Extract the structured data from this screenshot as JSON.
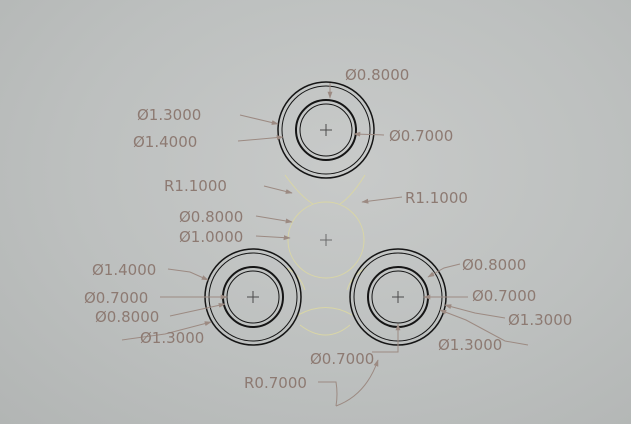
{
  "drawing": {
    "colors": {
      "background": "#bdc0bf",
      "ring_stroke": "#151515",
      "dimension_text": "#8d7a72",
      "leader_line": "#9c8a82",
      "body_outline": "#d9d6a6"
    },
    "dimensions": {
      "top_outer_dia": "Ø0.8000",
      "top_d13": "Ø1.3000",
      "top_d14": "Ø1.4000",
      "top_d07": "Ø0.7000",
      "fillet_left": "R1.1000",
      "fillet_right": "R1.1000",
      "center_d08": "Ø0.8000",
      "center_d10": "Ø1.0000",
      "left_d14": "Ø1.4000",
      "left_d07": "Ø0.7000",
      "left_d08": "Ø0.8000",
      "left_d13": "Ø1.3000",
      "right_d08": "Ø0.8000",
      "right_d07": "Ø0.7000",
      "right_d13a": "Ø1.3000",
      "right_d13b": "Ø1.3000",
      "bottom_d07": "Ø0.7000",
      "bottom_r07": "R0.7000"
    }
  }
}
